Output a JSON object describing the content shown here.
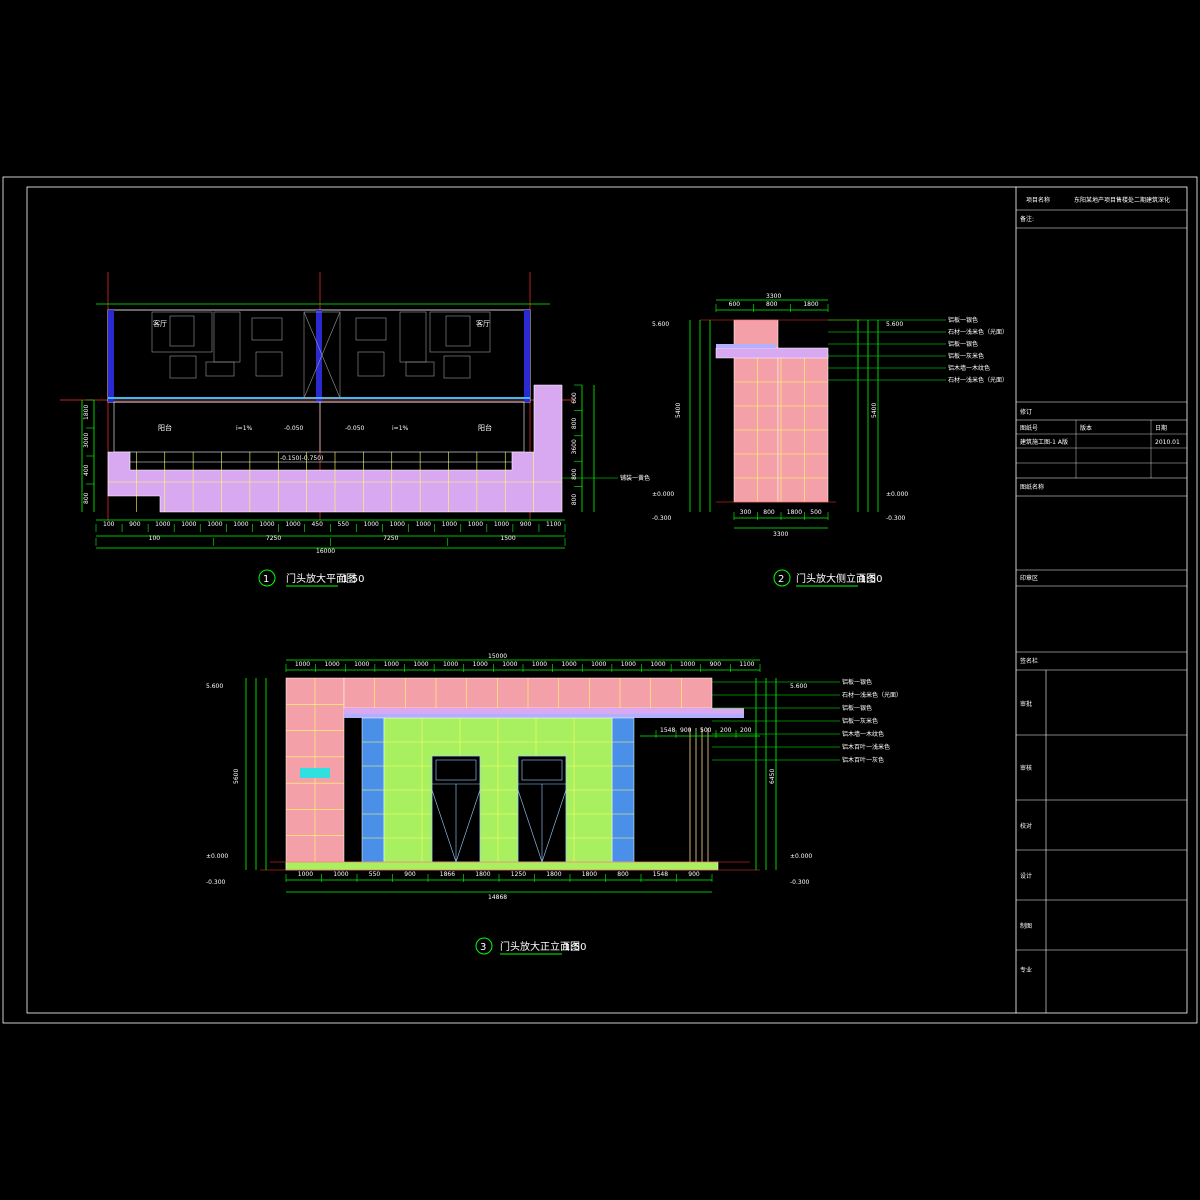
{
  "colors": {
    "background": "#000000",
    "frame": "#ffffff",
    "dimension": "#00ff00",
    "axis": "#ff0000",
    "pink_stone": "#f4a0a8",
    "lilac_tile": "#d8a8f0",
    "green_tile": "#a8f060",
    "blue_tile": "#4a90e8",
    "grid_line": "#ffff66",
    "title_highlight": "#00ff00"
  },
  "title_block": {
    "project_label": "项目名称",
    "project_value": "东阳某地产项目售楼处二期建筑深化",
    "note_label": "备注:",
    "revise_label": "修订",
    "drawing_no_label": "图纸号",
    "version_label": "版本",
    "date_label": "日期",
    "drawing_no_value": "建筑施工图-1 A版",
    "date_value": "2010.01",
    "drawing_name_label": "图纸名称",
    "seal_label": "印章区",
    "signature_label": "签名栏",
    "rows": [
      "审批",
      "审核",
      "校对",
      "设计",
      "制图",
      "专业"
    ]
  },
  "plan": {
    "title": "门头放大平面图",
    "scale": "1:50",
    "number": "1",
    "room_left": "客厅",
    "room_right": "客厅",
    "terrace_left": "阳台",
    "terrace_right": "阳台",
    "level_mid": "-0.150",
    "level_left": "-0.050",
    "level_right": "-0.050",
    "level_lower": "-0.150(-0.750)",
    "arrow_label": "i=1%",
    "material_note": "铺装一黄色",
    "dims_bottom": [
      "100",
      "900",
      "1000",
      "1000",
      "1000",
      "1000",
      "1000",
      "1000",
      "450",
      "550",
      "1000",
      "1000",
      "1000",
      "1000",
      "1000",
      "1000",
      "900",
      "1100"
    ],
    "dims_mid": [
      "100",
      "7250",
      "7250",
      "1500"
    ],
    "dim_total": "16000",
    "dims_left": [
      "1800",
      "3000",
      "400",
      "800"
    ],
    "dims_right": [
      "600",
      "800",
      "3600",
      "800",
      "800"
    ]
  },
  "side": {
    "title": "门头放大侧立面图",
    "scale": "1:50",
    "number": "2",
    "dims_top": [
      "600",
      "800",
      "1800"
    ],
    "dim_top_total": "3300",
    "dims_bottom": [
      "300",
      "800",
      "1800",
      "500"
    ],
    "dim_bottom_total": "3300",
    "level_top": "5.600",
    "level_floor": "±0.000",
    "level_ground": "-0.300",
    "level_top_r": "5.600",
    "level_floor_r": "±0.000",
    "level_ground_r": "-0.300",
    "dim_left_total": "5400",
    "dim_right_total": "5400",
    "notes": [
      "铝板一银色",
      "石材一浅米色（光面）",
      "铝板一银色",
      "铝板一灰米色",
      "铝木墙一木纹色",
      "石材一浅米色（光面）"
    ]
  },
  "front": {
    "title": "门头放大正立面图",
    "scale": "1:50",
    "number": "3",
    "dims_top": [
      "1000",
      "1000",
      "1000",
      "1000",
      "1000",
      "1000",
      "1000",
      "1000",
      "1000",
      "1000",
      "1000",
      "1000",
      "1000",
      "1000",
      "900",
      "1100"
    ],
    "dim_top_total": "15000",
    "dims_bottom": [
      "1000",
      "1000",
      "550",
      "900",
      "1866",
      "1800",
      "1250",
      "1800",
      "1800",
      "800",
      "1548",
      "900"
    ],
    "dim_bottom_total": "14868",
    "level_top_l": "5.600",
    "level_floor_l": "±0.000",
    "level_ground_l": "-0.300",
    "level_top_r": "5.600",
    "level_floor_r": "±0.000",
    "level_ground_r": "-0.300",
    "dim_left_total": "5600",
    "dim_right_total": "6450",
    "dims_mid_right": [
      "1548",
      "900",
      "500",
      "200",
      "200"
    ],
    "notes": [
      "铝板一银色",
      "石材一浅米色（光面）",
      "铝板一银色",
      "铝板一灰米色",
      "铝木墙一木纹色",
      "铝木百叶一浅米色",
      "铝木百叶一灰色"
    ]
  }
}
